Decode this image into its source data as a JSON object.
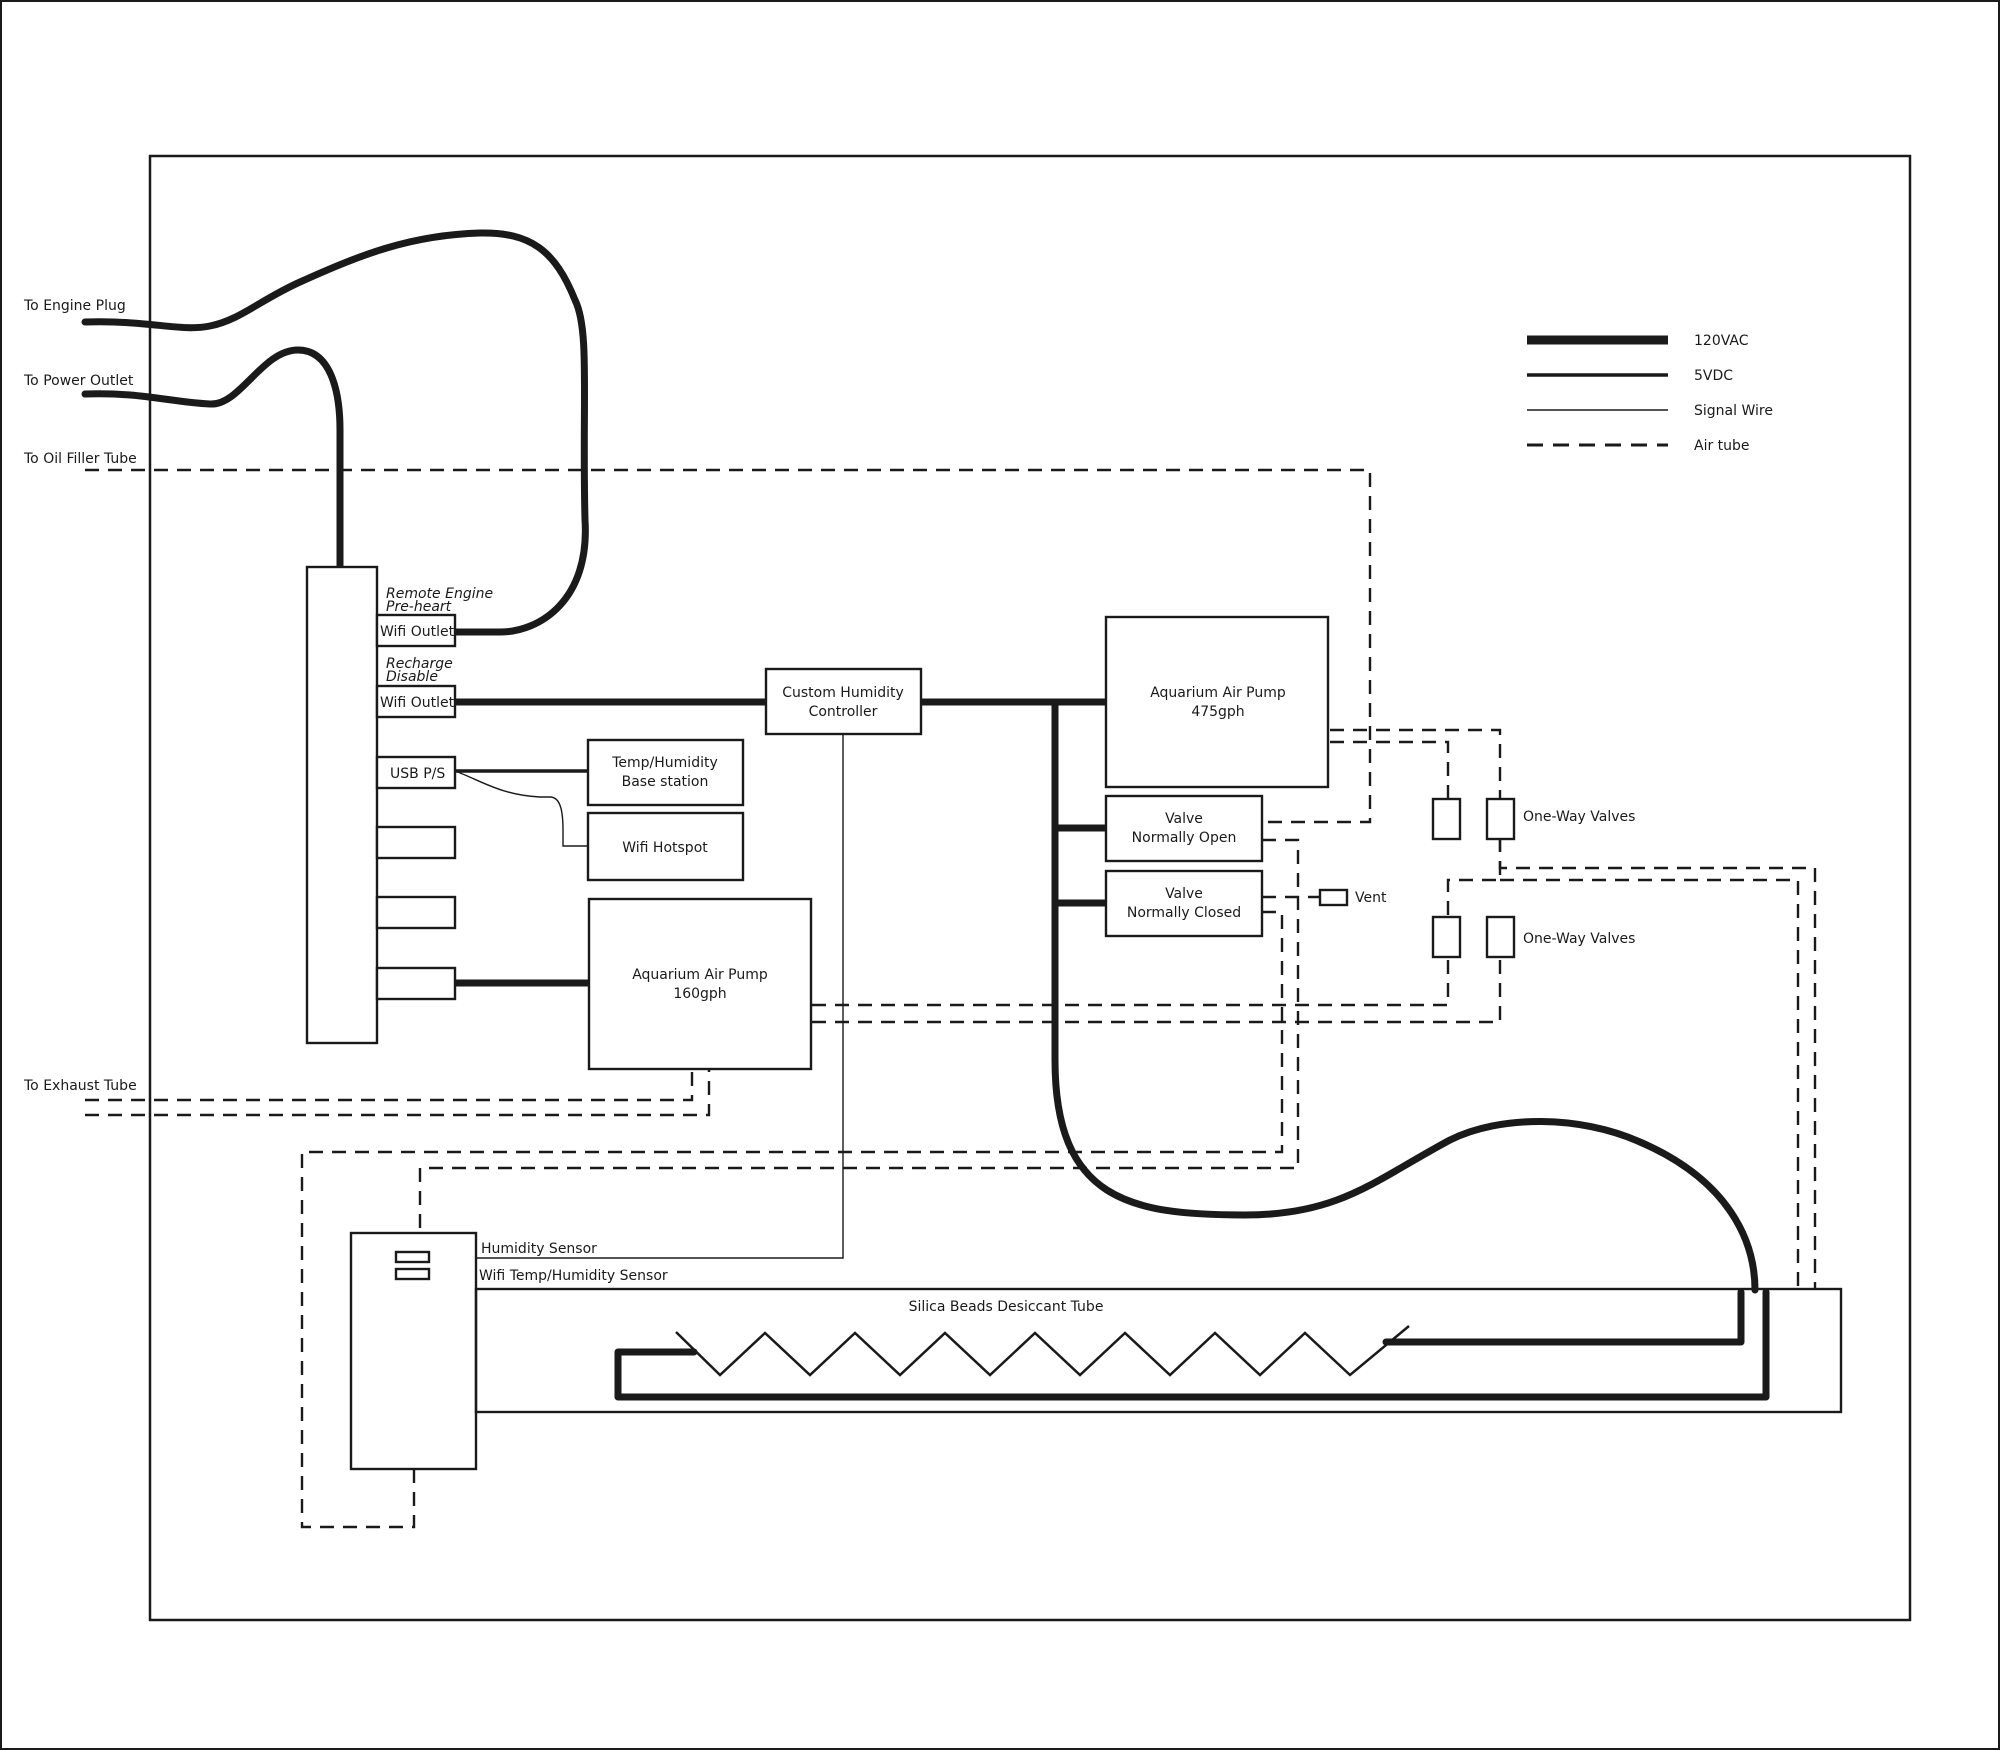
{
  "inputs": {
    "engine_plug": "To Engine Plug",
    "power_outlet": "To Power Outlet",
    "oil_filler": "To Oil Filler Tube",
    "exhaust": "To Exhaust Tube"
  },
  "power_strip": {
    "remote_label_1": "Remote Engine",
    "remote_label_2": "Pre-heart",
    "outlet_1": "Wifi Outlet",
    "recharge_label_1": "Recharge",
    "recharge_label_2": "Disable",
    "outlet_2": "Wifi Outlet",
    "usb": "USB P/S"
  },
  "components": {
    "base_station_1": "Temp/Humidity",
    "base_station_2": "Base station",
    "hotspot": "Wifi Hotspot",
    "small_pump_1": "Aquarium Air Pump",
    "small_pump_2": "160gph",
    "controller_1": "Custom Humidity",
    "controller_2": "Controller",
    "large_pump_1": "Aquarium Air Pump",
    "large_pump_2": "475gph",
    "valve_open_1": "Valve",
    "valve_open_2": "Normally Open",
    "valve_closed_1": "Valve",
    "valve_closed_2": "Normally Closed",
    "vent": "Vent",
    "one_way_1": "One-Way Valves",
    "one_way_2": "One-Way Valves",
    "humidity_sensor": "Humidity Sensor",
    "wifi_sensor": "Wifi Temp/Humidity Sensor",
    "desiccant": "Silica Beads Desiccant Tube"
  },
  "legend": [
    {
      "label": "120VAC"
    },
    {
      "label": "5VDC"
    },
    {
      "label": "Signal Wire"
    },
    {
      "label": "Air tube"
    }
  ]
}
